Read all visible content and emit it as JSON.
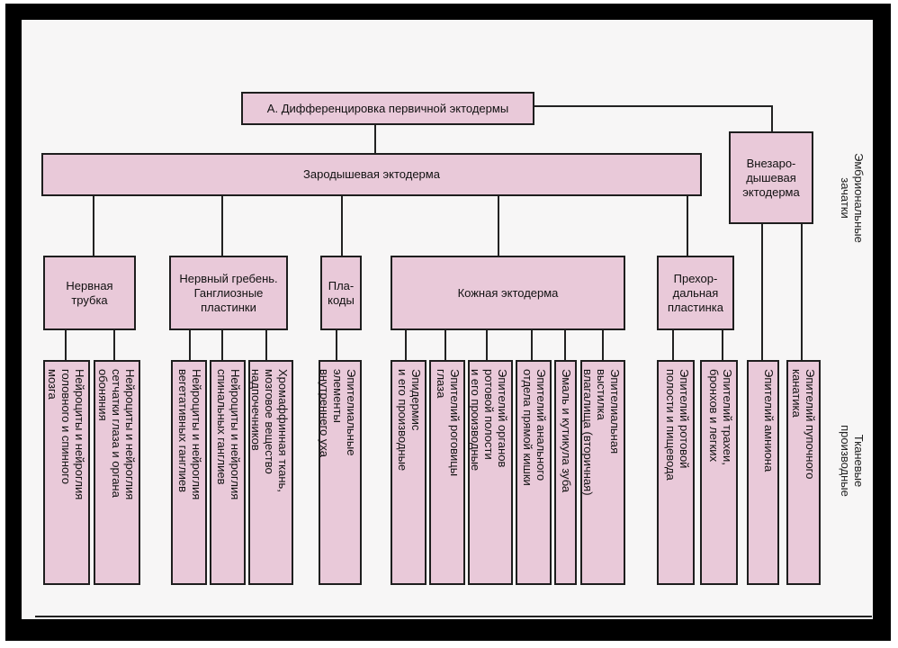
{
  "title_box": "А. Дифференцировка первичной эктодермы",
  "germinal_ectoderm": "Зародышевая эктодерма",
  "extraembryonic_ectoderm": "Внезаро-\nдышевая\nэктодерма",
  "embryonic_rudiments_label": "Эмбриональные\nзачатки",
  "tissue_derivatives_label": "Тканевые\nпроизводные",
  "rudiments": {
    "neural_tube": "Нервная\nтрубка",
    "neural_crest": "Нервный гребень.\nГанглиозные\nпластинки",
    "placodes": "Пла-\nкоды",
    "skin_ectoderm": "Кожная эктодерма",
    "prechordal_plate": "Прехор-\nдальная\nпластинка"
  },
  "derivatives": {
    "d1": "Нейроциты и нейроглия\nголовного и спинного\nмозга",
    "d2": "Нейроциты и нейроглия\nсетчатки глаза и органа\nобоняния",
    "d3": "Нейроциты и нейроглия\nвегетативных ганглиев",
    "d4": "Нейроциты и нейроглия\nспинальных ганглиев",
    "d5": "Хромаффинная ткань,\nмозговое вещество\nнадпочечников",
    "d6": "Эпителиальные\nэлементы\nвнутреннего уха",
    "d7": "Эпидермис\nи его производные",
    "d8": "Эпителий роговицы\nглаза",
    "d9": "Эпителий органов\nротовой полости\nи его производные",
    "d10": "Эпителий анального\nотдела прямой кишки",
    "d11": "Эмаль и кутикула зуба",
    "d12": "Эпителиальная\nвыстилка\nвлагалища (вторичная)",
    "d13": "Эпителий ротовой\nполости и пищевода",
    "d14": "Эпителий трахеи,\nбронхов и легких",
    "d15": "Эпителий амниона",
    "d16": "Эпителий пупочного\nканатика"
  }
}
